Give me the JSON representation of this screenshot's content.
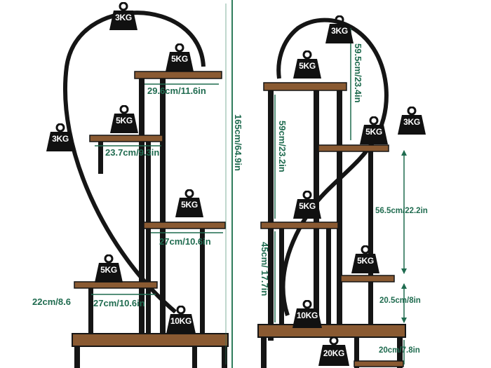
{
  "weights": {
    "left_top": "3KG",
    "left_upper": "5KG",
    "left_mid": "5KG",
    "left_side": "3KG",
    "left_right": "5KG",
    "left_low": "5KG",
    "left_bottom": "10KG",
    "right_top": "3KG",
    "right_upper": "5KG",
    "right_mid": "5KG",
    "right_side": "3KG",
    "right_center": "5KG",
    "right_low": "5KG",
    "right_bottom": "10KG",
    "right_base": "20KG"
  },
  "dimensions": {
    "d1": "29.6cm/11.6in",
    "d2": "23.7cm/9.3in",
    "d3": "27cm/10.6in",
    "d4": "22cm/8.6",
    "d5": "27cm/10.6in",
    "height_total": "165cm/64.9in",
    "d6": "59.5cm/23.4in",
    "d7": "59cm/23.2in",
    "d8": "45cm/ 17.7in",
    "d9": "56.5cm/22.2in",
    "d10": "20.5cm/8in",
    "d11": "20cm/7.8in"
  },
  "colors": {
    "dimension_green": "#1f6b4f",
    "wood": "#8a5a32",
    "metal": "#151515"
  }
}
